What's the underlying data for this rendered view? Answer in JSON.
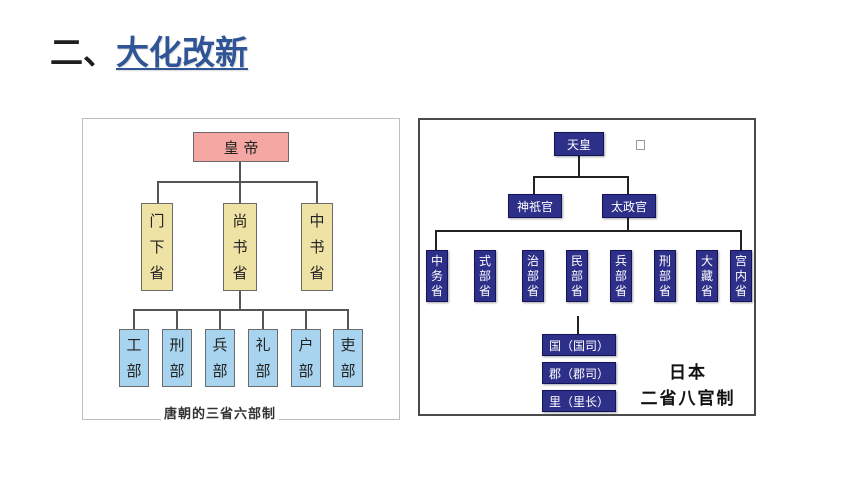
{
  "title": {
    "prefix": "二、",
    "link": "大化改新"
  },
  "tang": {
    "emperor": "皇 帝",
    "sheng": [
      {
        "chars": [
          "门",
          "下",
          "省"
        ]
      },
      {
        "chars": [
          "尚",
          "书",
          "省"
        ]
      },
      {
        "chars": [
          "中",
          "书",
          "省"
        ]
      }
    ],
    "bu": [
      {
        "chars": [
          "工",
          "部"
        ]
      },
      {
        "chars": [
          "刑",
          "部"
        ]
      },
      {
        "chars": [
          "兵",
          "部"
        ]
      },
      {
        "chars": [
          "礼",
          "部"
        ]
      },
      {
        "chars": [
          "户",
          "部"
        ]
      },
      {
        "chars": [
          "吏",
          "部"
        ]
      }
    ],
    "caption": "唐朝的三省六部制"
  },
  "japan": {
    "emperor": "天皇",
    "second": [
      "神祇官",
      "太政官"
    ],
    "ministries": [
      {
        "chars": [
          "中",
          "务",
          "省"
        ]
      },
      {
        "chars": [
          "式",
          "部",
          "省"
        ]
      },
      {
        "chars": [
          "治",
          "部",
          "省"
        ]
      },
      {
        "chars": [
          "民",
          "部",
          "省"
        ]
      },
      {
        "chars": [
          "兵",
          "部",
          "省"
        ]
      },
      {
        "chars": [
          "刑",
          "部",
          "省"
        ]
      },
      {
        "chars": [
          "大",
          "藏",
          "省"
        ]
      },
      {
        "chars": [
          "宫",
          "内",
          "省"
        ]
      }
    ],
    "local": [
      "国（国司）",
      "郡（郡司）",
      "里（里长）"
    ],
    "caption_line1": "日本",
    "caption_line2": "二省八官制"
  }
}
